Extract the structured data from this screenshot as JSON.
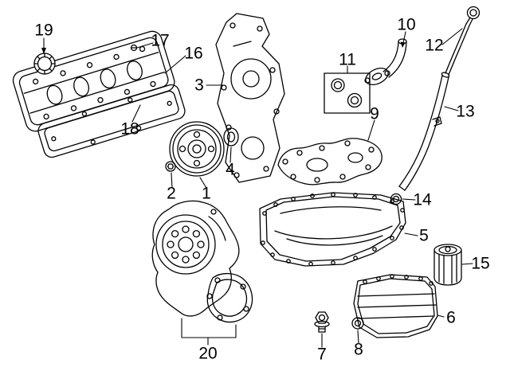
{
  "colors": {
    "background": "#ffffff",
    "line_art": "#000000",
    "label_text": "#000000"
  },
  "diagram": {
    "callouts": [
      {
        "id": 1,
        "label": "1"
      },
      {
        "id": 2,
        "label": "2"
      },
      {
        "id": 3,
        "label": "3"
      },
      {
        "id": 4,
        "label": "4"
      },
      {
        "id": 5,
        "label": "5"
      },
      {
        "id": 6,
        "label": "6"
      },
      {
        "id": 7,
        "label": "7"
      },
      {
        "id": 8,
        "label": "8"
      },
      {
        "id": 9,
        "label": "9"
      },
      {
        "id": 10,
        "label": "10"
      },
      {
        "id": 11,
        "label": "11"
      },
      {
        "id": 12,
        "label": "12"
      },
      {
        "id": 13,
        "label": "13"
      },
      {
        "id": 14,
        "label": "14"
      },
      {
        "id": 15,
        "label": "15"
      },
      {
        "id": 16,
        "label": "16"
      },
      {
        "id": 17,
        "label": "17"
      },
      {
        "id": 18,
        "label": "18"
      },
      {
        "id": 19,
        "label": "19"
      },
      {
        "id": 20,
        "label": "20"
      }
    ]
  }
}
